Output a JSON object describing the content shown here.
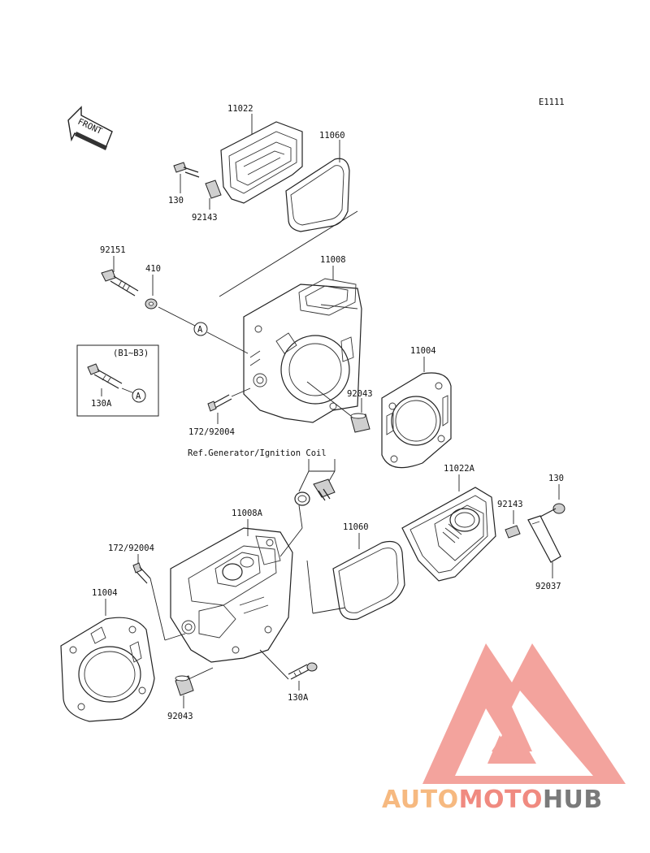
{
  "diagram_code": "E1111",
  "front_label": "FRONT",
  "ref_note": "Ref.Generator/Ignition Coil",
  "variant_note": "(B1~B3)",
  "callout_letter": "A",
  "labels": {
    "p11022": "11022",
    "p11060_top": "11060",
    "p130_top": "130",
    "p92143_top": "92143",
    "p92151": "92151",
    "p410": "410",
    "p11008": "11008",
    "p11004_right": "11004",
    "p130A_box": "130A",
    "p92043_mid": "92043",
    "p172_top": "172/92004",
    "p11022A": "11022A",
    "p130_right": "130",
    "p92143_right": "92143",
    "p92037": "92037",
    "p11060_mid": "11060",
    "p11008A": "11008A",
    "p172_bottom": "172/92004",
    "p11004_left": "11004",
    "p130A_bottom": "130A",
    "p92043_bottom": "92043"
  },
  "watermark": {
    "part1": "AUTO",
    "part2": "MOTO",
    "part3": "HUB",
    "color1": "#f6b980",
    "color2": "#f08a80",
    "color3": "#7a7a7a",
    "logo_color": "#f2938c"
  }
}
